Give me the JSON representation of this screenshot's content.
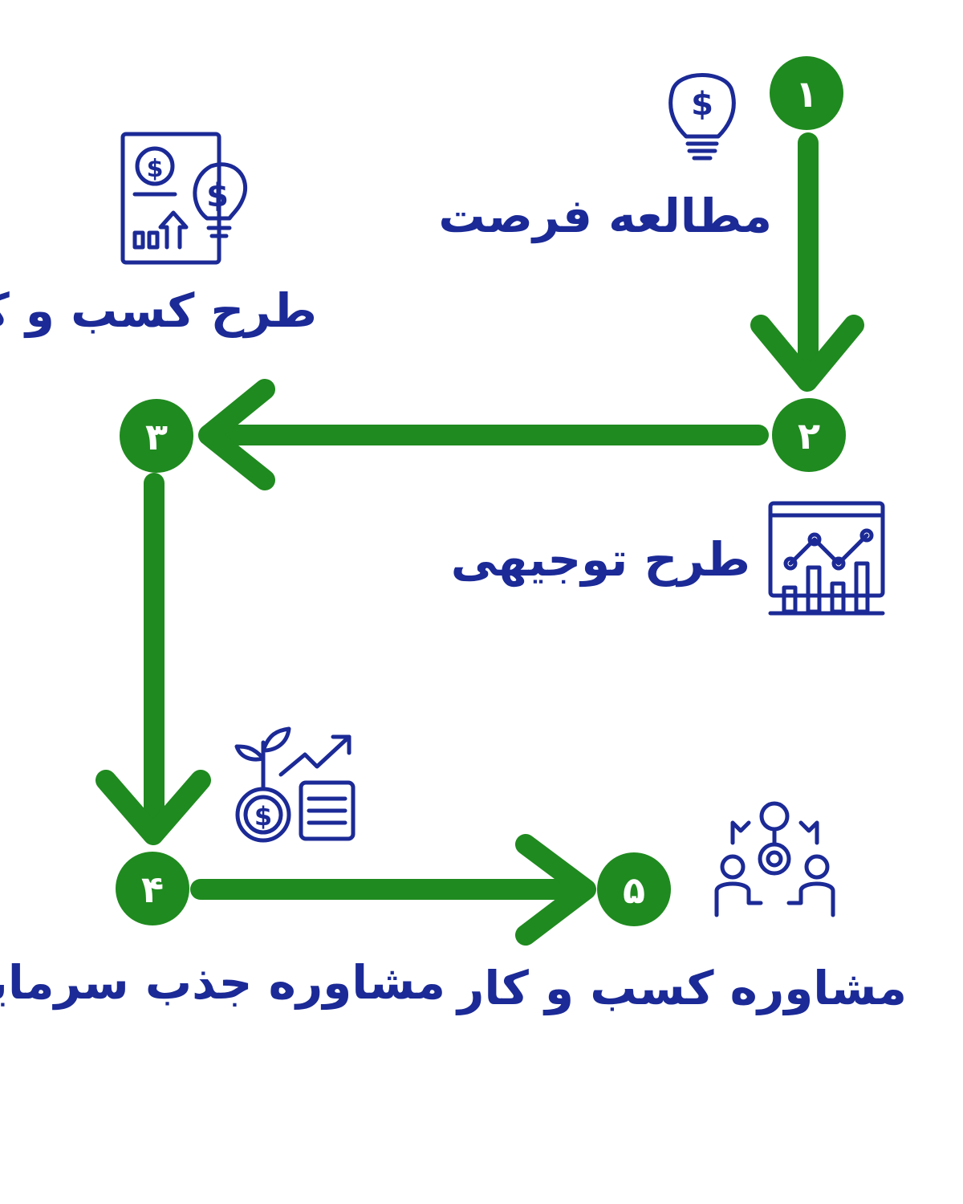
{
  "colors": {
    "arrow": "#1f8a1f",
    "text": "#1b2a96",
    "icon": "#1b2a96",
    "number": "#ffffff"
  },
  "steps": [
    {
      "number": "۱",
      "label": "مطالعه فرصت",
      "icon": "lightbulb-dollar-icon"
    },
    {
      "number": "۲",
      "label": "طرح توجیهی",
      "icon": "analytics-dashboard-icon"
    },
    {
      "number": "۳",
      "label": "طرح کسب و کار",
      "icon": "business-plan-document-icon"
    },
    {
      "number": "۴",
      "label": "مشاوره جذب سرمایه",
      "icon": "investment-growth-icon"
    },
    {
      "number": "۵",
      "label": "مشاوره کسب و کار",
      "icon": "consulting-team-icon"
    }
  ]
}
